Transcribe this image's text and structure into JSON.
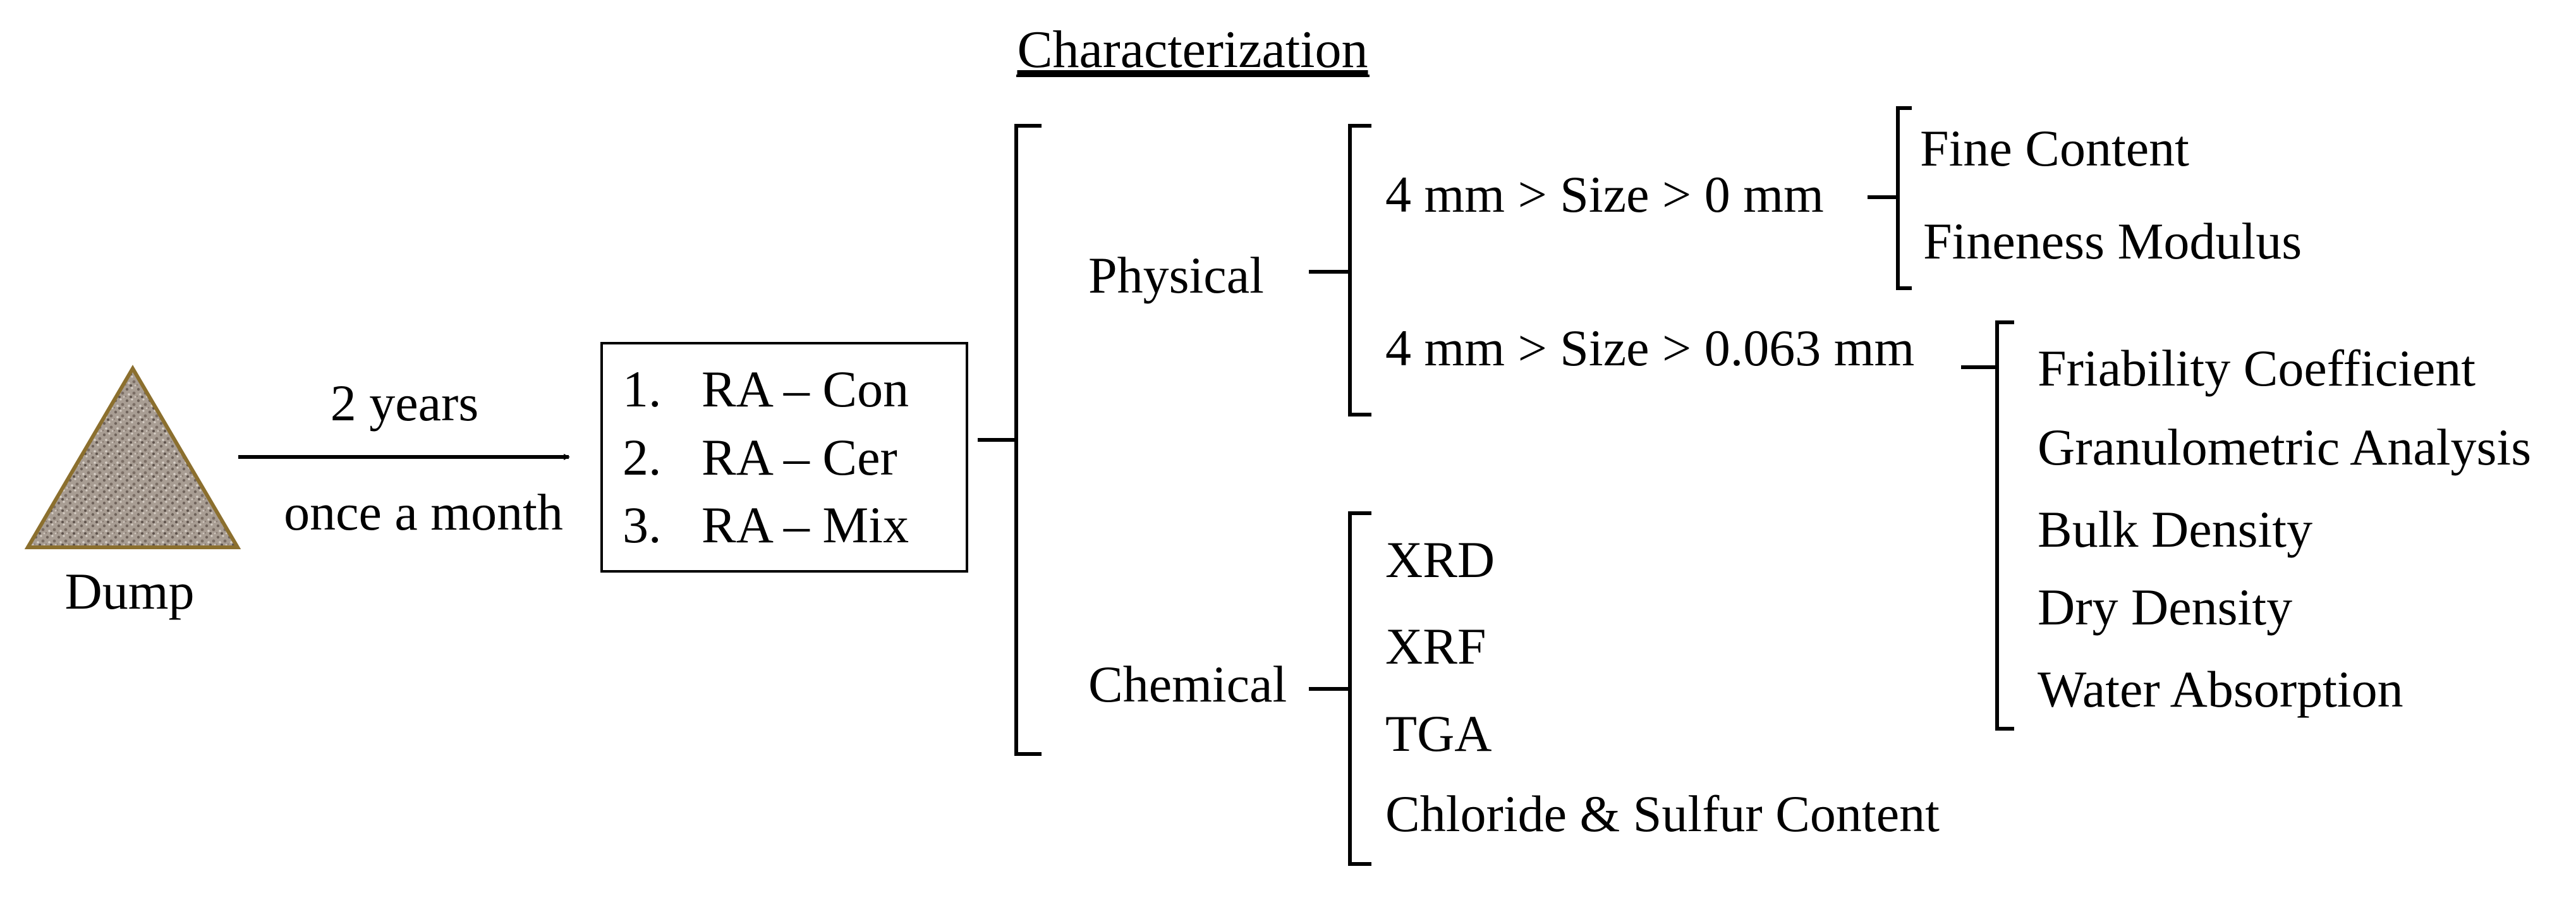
{
  "title": "Characterization",
  "source": {
    "label": "Dump"
  },
  "transfer": {
    "label_top": "2 years",
    "label_bottom": "once a month"
  },
  "samples": [
    {
      "num": "1.",
      "label": "RA – Con"
    },
    {
      "num": "2.",
      "label": "RA – Cer"
    },
    {
      "num": "3.",
      "label": "RA – Mix"
    }
  ],
  "categories": {
    "physical": {
      "label": "Physical",
      "groups": [
        {
          "label": "4 mm > Size > 0 mm",
          "tests": [
            "Fine Content",
            "Fineness Modulus"
          ]
        },
        {
          "label": "4 mm > Size > 0.063 mm",
          "tests": [
            "Friability Coefficient",
            "Granulometric Analysis",
            "Bulk Density",
            "Dry Density",
            "Water Absorption"
          ]
        }
      ]
    },
    "chemical": {
      "label": "Chemical",
      "tests": [
        "XRD",
        "XRF",
        "TGA",
        "Chloride & Sulfur Content"
      ]
    }
  },
  "colors": {
    "line": "#000000",
    "pile_fill": "#a89d93",
    "pile_stroke": "#8b6f2e",
    "grain_dark": "#6e625a",
    "grain_light": "#d8d0c8"
  }
}
